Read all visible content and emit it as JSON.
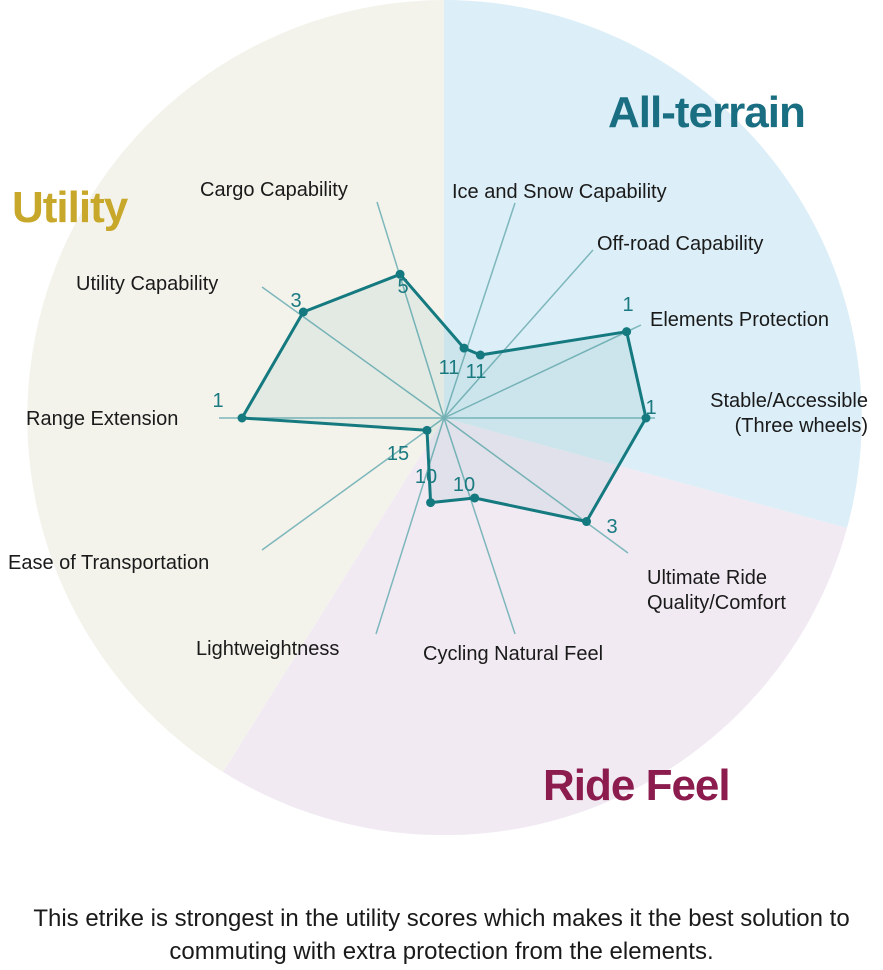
{
  "chart_data": {
    "type": "radar",
    "scale_note": "rank values (1 = best)",
    "axes": [
      {
        "label": [
          "Ice and Snow Capability"
        ],
        "value": 11
      },
      {
        "label": [
          "Off-road Capability"
        ],
        "value": 11
      },
      {
        "label": [
          "Elements Protection"
        ],
        "value": 1
      },
      {
        "label": [
          "Stable/Accessible",
          "(Three wheels)"
        ],
        "value": 1
      },
      {
        "label": [
          "Ultimate Ride",
          "Quality/Comfort"
        ],
        "value": 3
      },
      {
        "label": [
          "Cycling Natural Feel"
        ],
        "value": 10
      },
      {
        "label": [
          "Lightweightness"
        ],
        "value": 10
      },
      {
        "label": [
          "Ease of Transportation"
        ],
        "value": 15
      },
      {
        "label": [
          "Range Extension"
        ],
        "value": 1
      },
      {
        "label": [
          "Utility Capability"
        ],
        "value": 3
      },
      {
        "label": [
          "Cargo Capability"
        ],
        "value": 5
      }
    ],
    "categories": [
      {
        "name": "All-terrain",
        "color": "#1a6e82",
        "fill": "#dceef7"
      },
      {
        "name": "Ride Feel",
        "color": "#8c1c4e",
        "fill": "#f1eaf3"
      },
      {
        "name": "Utility",
        "color": "#c8a82a",
        "fill": "#f3f3ec"
      }
    ],
    "series_color": "#157a80"
  },
  "caption": "This etrike is strongest in the utility scores which makes it the best solution to commuting with extra protection from the elements."
}
